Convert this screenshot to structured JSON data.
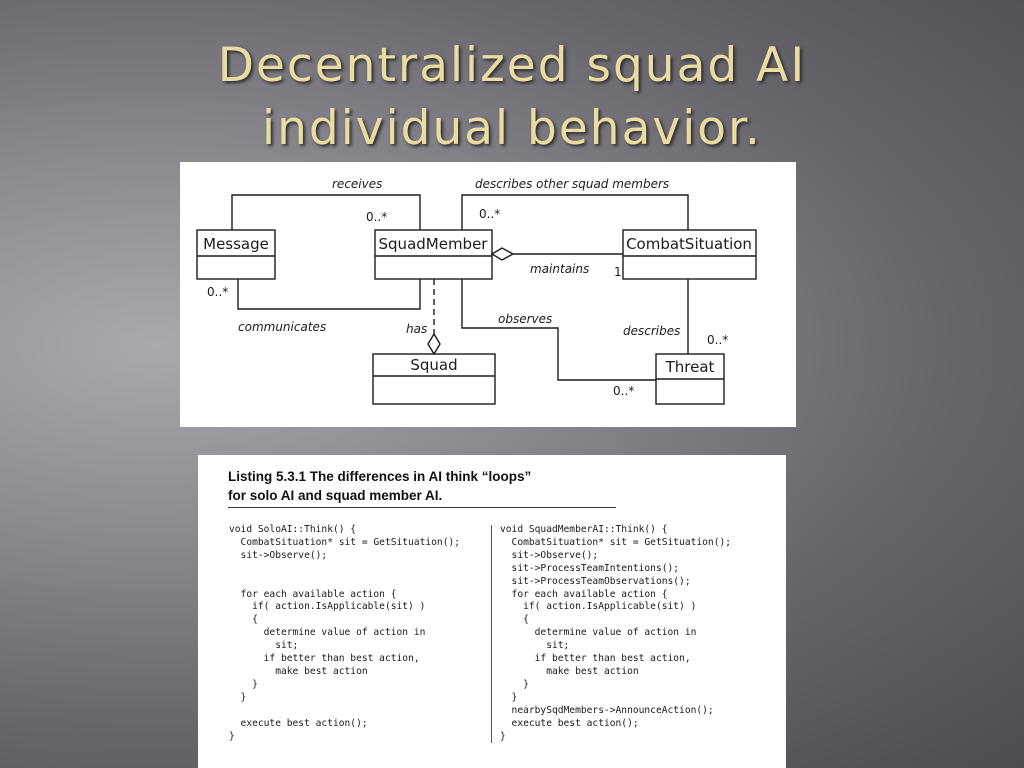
{
  "slide": {
    "title_lines": [
      "Decentralized squad AI",
      "individual behavior."
    ]
  },
  "uml": {
    "classes": {
      "message": "Message",
      "squad_member": "SquadMember",
      "combat_situation": "CombatSituation",
      "squad": "Squad",
      "threat": "Threat"
    },
    "labels": {
      "receives": "receives",
      "describes_other": "describes other squad members",
      "communicates": "communicates",
      "maintains": "maintains",
      "has": "has",
      "observes": "observes",
      "describes": "describes"
    },
    "multiplicities": {
      "squad_member_receives": "0..*",
      "message_communicates": "0..*",
      "describes_other": "0..*",
      "maintains_one": "1",
      "threat_describes": "0..*",
      "threat_observes": "0..*"
    }
  },
  "listing": {
    "heading_lines": [
      "Listing 5.3.1 The differences in AI think “loops”",
      "for solo AI and squad member AI."
    ],
    "solo_code": "void SoloAI::Think() {\n  CombatSituation* sit = GetSituation();\n  sit->Observe();\n\n\n  for each available action {\n    if( action.IsApplicable(sit) )\n    {\n      determine value of action in\n        sit;\n      if better than best action,\n        make best action\n    }\n  }\n\n  execute best action();\n}",
    "squad_code": "void SquadMemberAI::Think() {\n  CombatSituation* sit = GetSituation();\n  sit->Observe();\n  sit->ProcessTeamIntentions();\n  sit->ProcessTeamObservations();\n  for each available action {\n    if( action.IsApplicable(sit) )\n    {\n      determine value of action in\n        sit;\n      if better than best action,\n        make best action\n    }\n  }\n  nearbySqdMembers->AnnounceAction();\n  execute best action();\n}"
  }
}
